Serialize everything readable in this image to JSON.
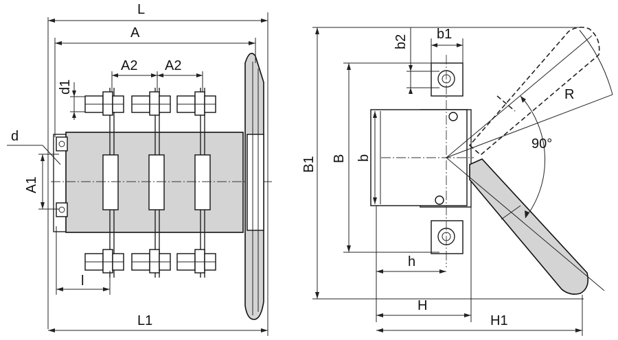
{
  "labels": {
    "L": "L",
    "A": "A",
    "A2_left": "A2",
    "A2_right": "A2",
    "d1": "d1",
    "d": "d",
    "A1": "A1",
    "l": "l",
    "L1": "L1",
    "b2": "b2",
    "b1": "b1",
    "B1": "B1",
    "B": "B",
    "b": "b",
    "R": "R",
    "angle": "90°",
    "h": "h",
    "H": "H",
    "H1": "H1"
  }
}
